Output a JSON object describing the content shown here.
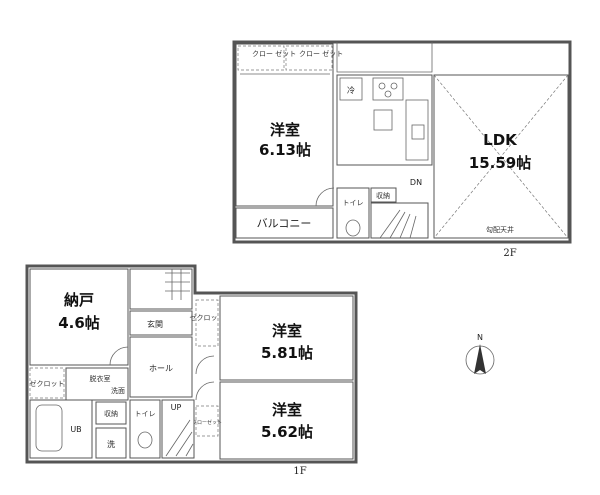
{
  "floor2": {
    "label": "2F",
    "western_room": {
      "name": "洋室",
      "size": "6.13帖"
    },
    "ldk": {
      "name": "LDK",
      "size": "15.59帖",
      "ceiling": "勾配天井"
    },
    "closet_left": "クロー ゼット",
    "closet_right": "クロー ゼット",
    "fridge": "冷",
    "storage": "収納",
    "toilet": "トイレ",
    "down": "DN",
    "balcony": "バルコニー"
  },
  "floor1": {
    "label": "1F",
    "storeroom": {
      "name": "納戸",
      "size": "4.6帖"
    },
    "room_a": {
      "name": "洋室",
      "size": "5.81帖"
    },
    "room_b": {
      "name": "洋室",
      "size": "5.62帖"
    },
    "entrance": "玄関",
    "hall": "ホール",
    "closet_a": "ゼクロット",
    "closet_b": "クローゼット",
    "closet_c": "ゼクロット",
    "washroom": "脱衣室",
    "wash_basin": "洗面",
    "washer": "洗",
    "toilet": "トイレ",
    "bath": "UB",
    "storage": "収納",
    "up": "UP"
  },
  "compass": {
    "north": "N"
  }
}
